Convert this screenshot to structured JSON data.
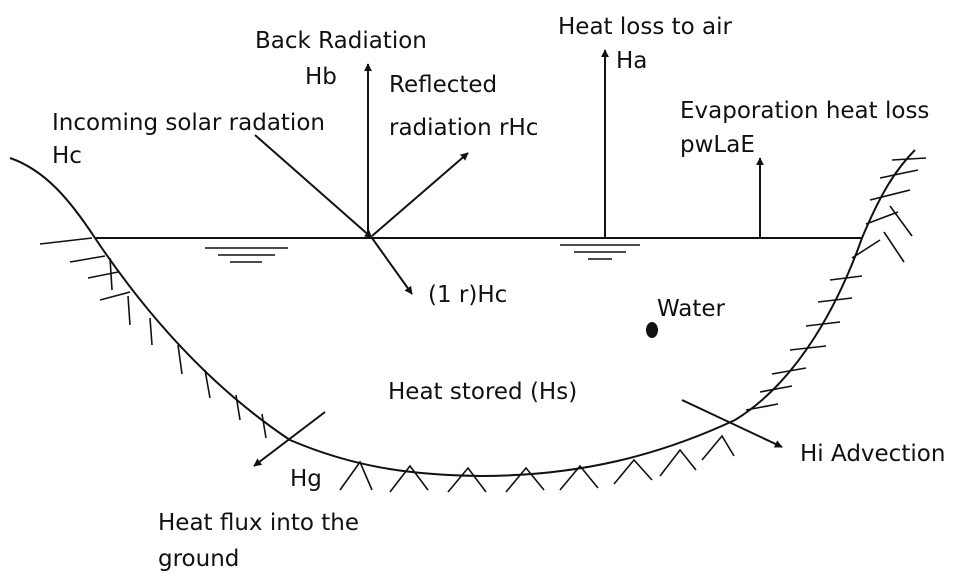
{
  "labels": {
    "back_radiation": "Back Radiation",
    "hb": "Hb",
    "reflected": "Reflected",
    "reflected_value": "radiation rHc",
    "incoming": "Incoming solar radation",
    "hc": "Hc",
    "heat_loss_air": "Heat loss to air",
    "ha": "Ha",
    "evaporation": "Evaporation heat loss",
    "pwlae": "pwLaE",
    "transmitted": "(1 r)Hc",
    "water": "Water",
    "heat_stored": "Heat stored (Hs)",
    "advection": "Hi Advection",
    "hg": "Hg",
    "ground_flux_line1": "Heat flux into the",
    "ground_flux_line2": "ground"
  },
  "colors": {
    "line": "#111111",
    "background": "#ffffff"
  }
}
